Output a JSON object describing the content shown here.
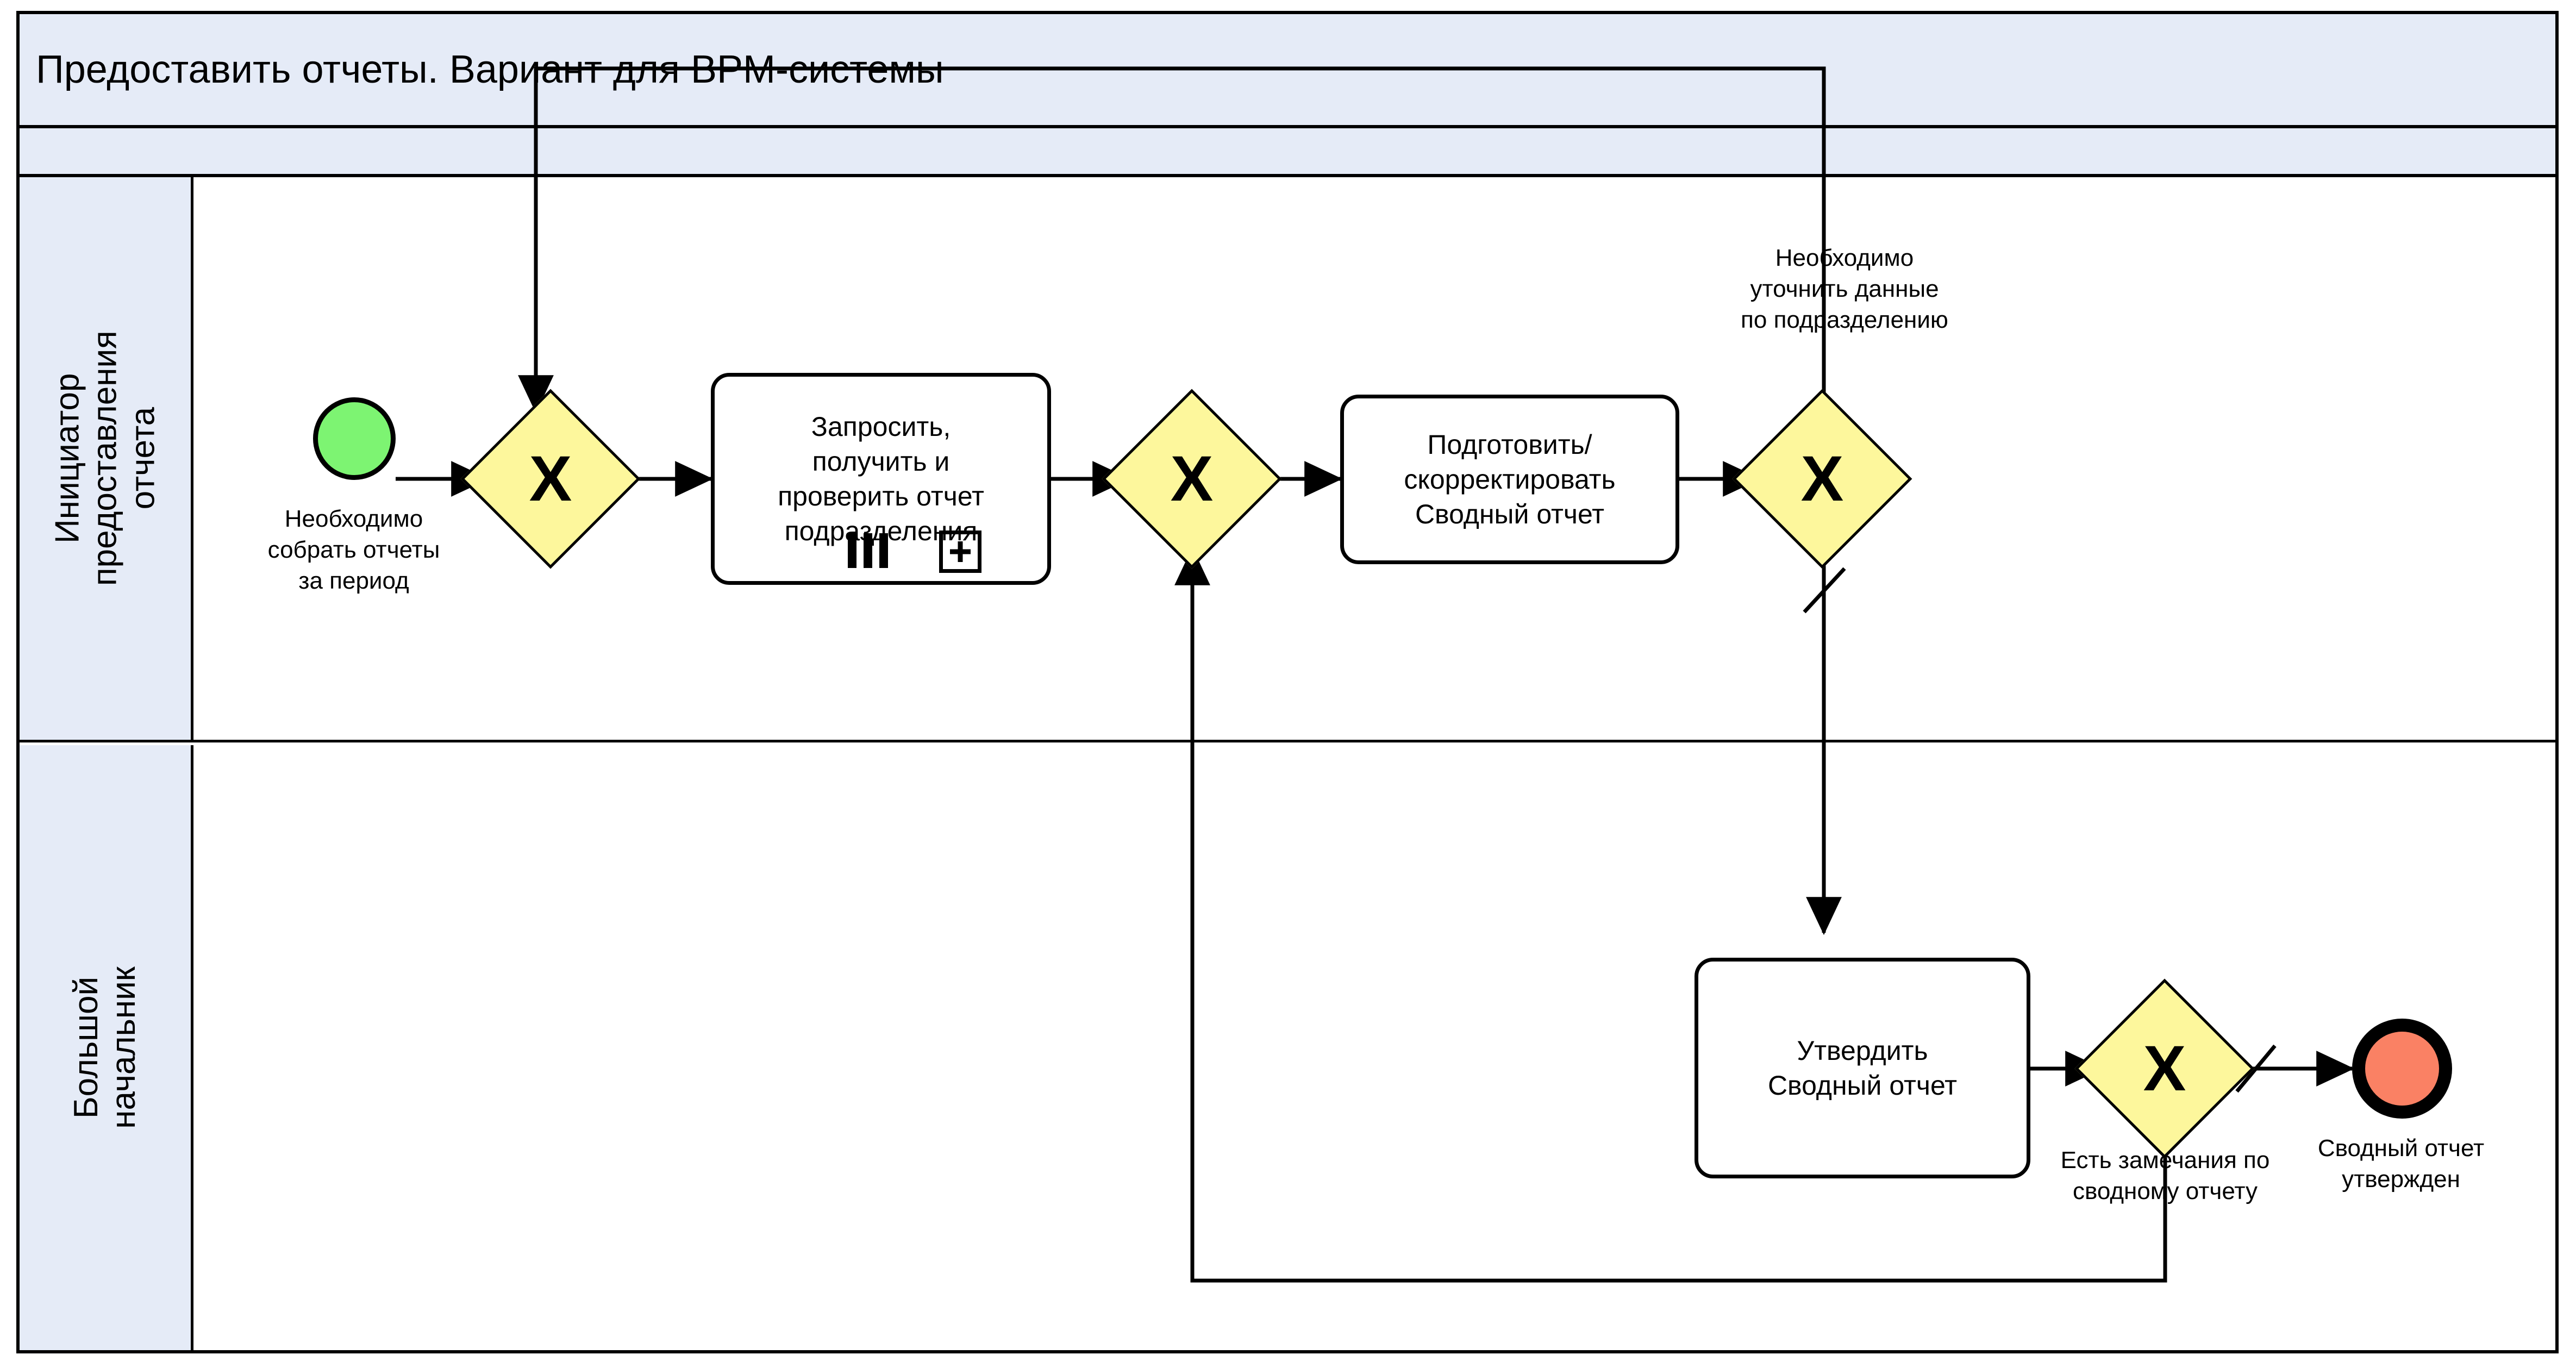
{
  "pool": {
    "title": "Предоставить отчеты. Вариант для BPM-системы"
  },
  "lanes": [
    {
      "id": "lane-initiator",
      "label": "Инициатор\nпредоставления\nотчета"
    },
    {
      "id": "lane-boss",
      "label": "Большой начальник"
    }
  ],
  "events": {
    "start": {
      "name": "start-event",
      "caption": "Необходимо\nсобрать отчеты\nза период",
      "color": "#7df472"
    },
    "end": {
      "name": "end-event",
      "caption": "Сводный отчет\nутвержден",
      "color": "#fa8164"
    }
  },
  "tasks": [
    {
      "id": "task-request-check",
      "label": "Запросить,\nполучить и\nпроверить отчет\nподразделения",
      "markers": [
        "multi-instance-parallel",
        "sub-process-expand"
      ]
    },
    {
      "id": "task-prepare-summary",
      "label": "Подготовить/\nскорректировать\nСводный отчет",
      "markers": []
    },
    {
      "id": "task-approve-summary",
      "label": "Утвердить\nСводный отчет",
      "markers": []
    }
  ],
  "gateways": [
    {
      "id": "gateway-1",
      "symbol": "X",
      "type": "exclusive",
      "color": "#fdf79c"
    },
    {
      "id": "gateway-2",
      "symbol": "X",
      "type": "exclusive",
      "color": "#fdf79c"
    },
    {
      "id": "gateway-3",
      "symbol": "X",
      "type": "exclusive",
      "color": "#fdf79c"
    },
    {
      "id": "gateway-4",
      "symbol": "X",
      "type": "exclusive",
      "color": "#fdf79c"
    }
  ],
  "flow_labels": [
    {
      "id": "flow-label-clarify",
      "text": "Необходимо\nуточнить данные\nпо подразделению"
    },
    {
      "id": "flow-label-remarks",
      "text": "Есть замечания по\nсводному отчету"
    }
  ],
  "colors": {
    "lane_header": "#e5ebf7",
    "gateway_fill": "#fdf79c",
    "start_fill": "#7df472",
    "end_fill": "#fa8164",
    "stroke": "#000000",
    "canvas": "#ffffff"
  }
}
